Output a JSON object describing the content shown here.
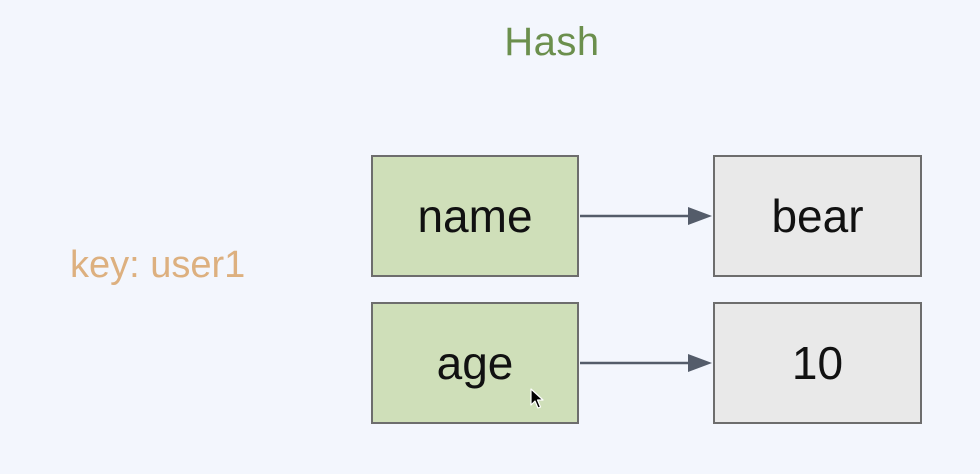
{
  "title": "Hash",
  "key_label": "key: user1",
  "entries": [
    {
      "field": "name",
      "value": "bear"
    },
    {
      "field": "age",
      "value": "10"
    }
  ],
  "colors": {
    "background": "#f3f6fd",
    "title": "#6b8f4d",
    "key_label": "#ddb07f",
    "field_fill": "#cfdfb9",
    "value_fill": "#e9e9e9",
    "border": "#6d6d6d",
    "arrow": "#545c6a"
  },
  "icons": {
    "cursor": "mouse-pointer-icon"
  }
}
